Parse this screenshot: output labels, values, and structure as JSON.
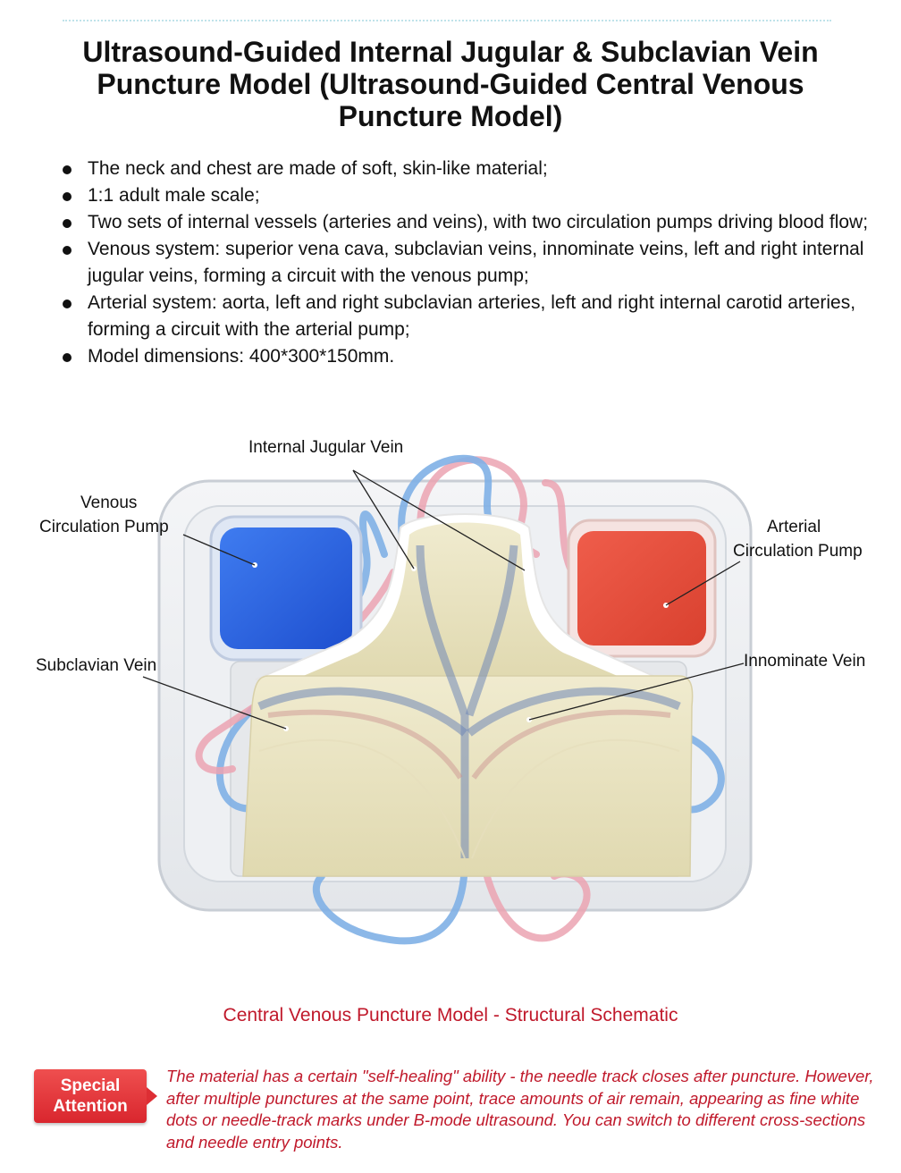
{
  "title": "Ultrasound-Guided Internal Jugular & Subclavian Vein Puncture Model (Ultrasound-Guided Central Venous Puncture Model)",
  "features": [
    "The neck and chest are made of soft, skin-like material;",
    "1:1 adult male scale;",
    "Two sets of internal vessels (arteries and veins), with two circulation pumps driving blood flow;",
    "Venous system: superior vena cava, subclavian veins, innominate veins, left and right internal jugular veins, forming a circuit with the venous pump;",
    "Arterial system: aorta, left and right subclavian arteries, left and right internal carotid arteries, forming a circuit with the arterial pump;",
    "Model dimensions: 400*300*150mm."
  ],
  "figure": {
    "labels": {
      "internal_jugular_vein": "Internal Jugular Vein",
      "venous_pump_line1": "Venous",
      "venous_pump_line2": "Circulation Pump",
      "arterial_pump_line1": "Arterial",
      "arterial_pump_line2": "Circulation Pump",
      "subclavian_vein": "Subclavian Vein",
      "innominate_vein": "Innominate Vein"
    },
    "colors": {
      "venous_pump": "#2f6be8",
      "arterial_pump": "#e8503f",
      "skin": "#ece6c4",
      "vein_tube": "#7fb0e6",
      "artery_tube": "#eba3b2"
    }
  },
  "caption": "Central Venous Puncture Model - Structural Schematic",
  "attention": {
    "badge_line1": "Special",
    "badge_line2": "Attention",
    "text": "The material has a certain \"self-healing\" ability - the needle track closes after puncture. However, after multiple punctures at the same point, trace amounts of air remain, appearing as fine white dots or needle-track marks under B-mode ultrasound. You can switch to different cross-sections and needle entry points."
  }
}
